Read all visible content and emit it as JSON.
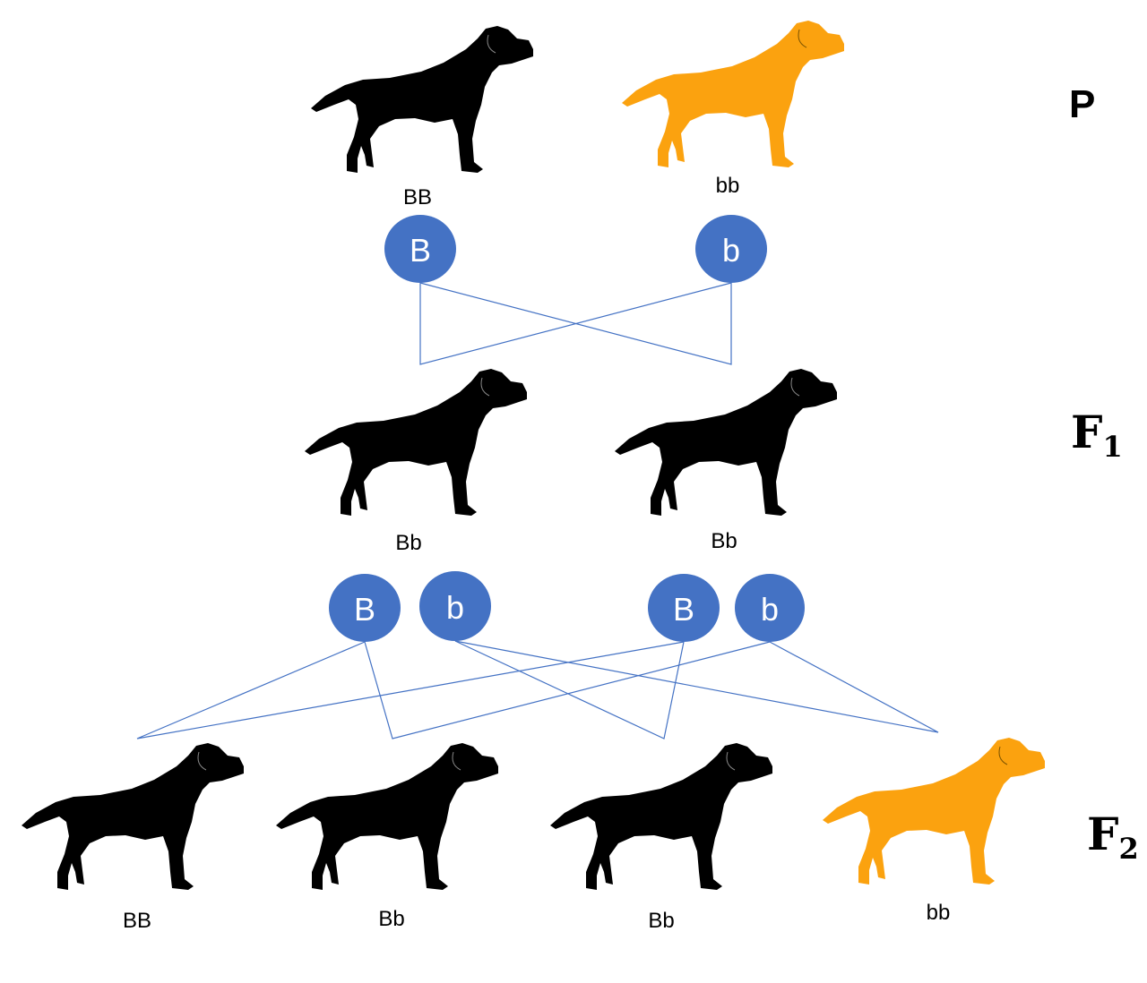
{
  "colors": {
    "black_dog": "#000000",
    "yellow_dog": "#FBA20F",
    "allele_circle": "#4472C4",
    "cross_line": "#4472C4"
  },
  "generations": {
    "p": {
      "label": "P"
    },
    "f1": {
      "label": "F",
      "subscript": "1"
    },
    "f2": {
      "label": "F",
      "subscript": "2"
    }
  },
  "parents": [
    {
      "genotype": "BB",
      "color": "black"
    },
    {
      "genotype": "bb",
      "color": "yellow"
    }
  ],
  "parent_gametes": [
    "B",
    "b"
  ],
  "f1": [
    {
      "genotype": "Bb",
      "color": "black"
    },
    {
      "genotype": "Bb",
      "color": "black"
    }
  ],
  "f1_gametes": [
    "B",
    "b",
    "B",
    "b"
  ],
  "f2": [
    {
      "genotype": "BB",
      "color": "black"
    },
    {
      "genotype": "Bb",
      "color": "black"
    },
    {
      "genotype": "Bb",
      "color": "black"
    },
    {
      "genotype": "bb",
      "color": "yellow"
    }
  ]
}
